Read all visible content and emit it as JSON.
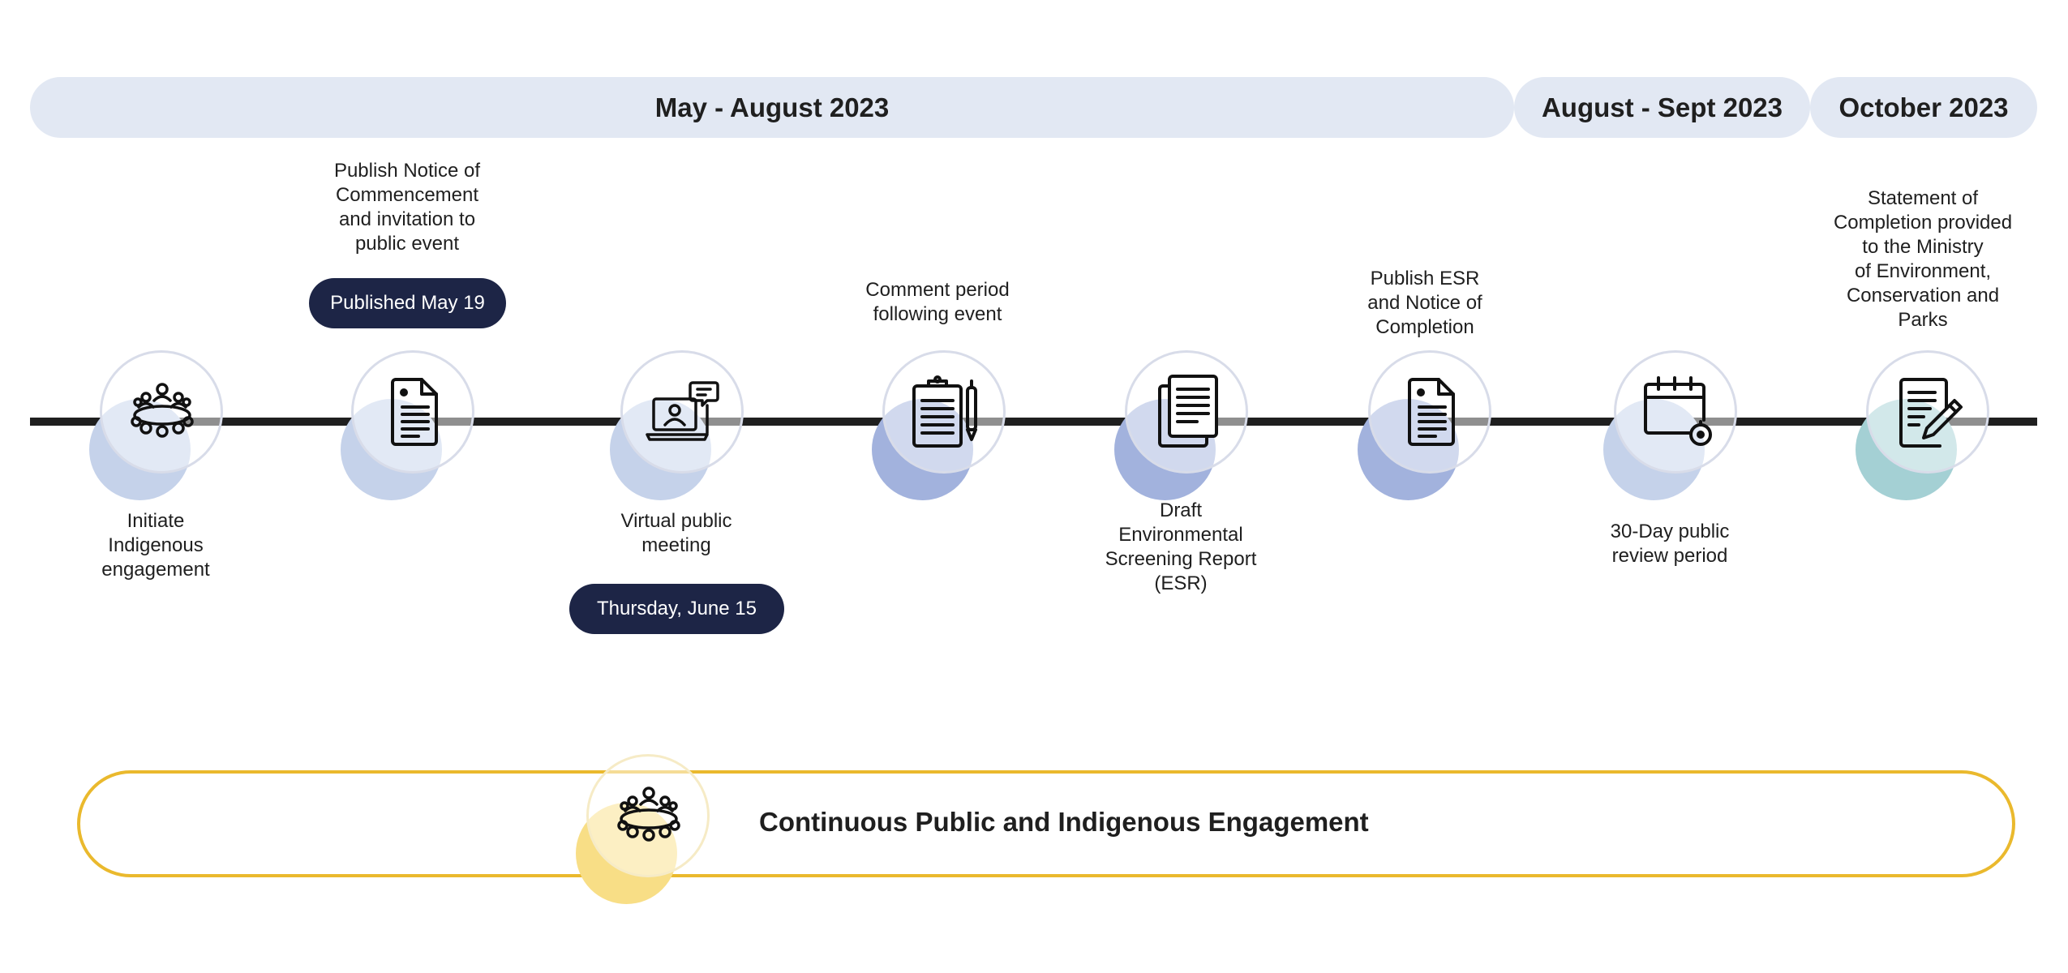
{
  "periods": [
    {
      "label": "May - August 2023"
    },
    {
      "label": "August - Sept 2023"
    },
    {
      "label": "October 2023"
    }
  ],
  "milestones": [
    {
      "icon": "people-meeting-icon",
      "above": "",
      "below": "Initiate\nIndigenous\nengagement",
      "date": ""
    },
    {
      "icon": "document-icon",
      "above": "Publish Notice of\nCommencement\nand invitation to\npublic event",
      "below": "",
      "date": "Published May 19"
    },
    {
      "icon": "laptop-chat-icon",
      "above": "",
      "below": "Virtual public\nmeeting",
      "date": "Thursday, June 15"
    },
    {
      "icon": "clipboard-pen-icon",
      "above": "Comment period\nfollowing event",
      "below": "",
      "date": ""
    },
    {
      "icon": "documents-stack-icon",
      "above": "",
      "below": "Draft\nEnvironmental\nScreening Report\n(ESR)",
      "date": ""
    },
    {
      "icon": "document-icon",
      "above": "Publish ESR\nand Notice of\nCompletion",
      "below": "",
      "date": ""
    },
    {
      "icon": "calendar-timer-icon",
      "above": "",
      "below": "30-Day public\nreview period",
      "date": ""
    },
    {
      "icon": "document-pen-icon",
      "above": "Statement of\nCompletion provided\nto the Ministry\nof Environment,\nConservation and\nParks",
      "below": "",
      "date": ""
    }
  ],
  "engagement": {
    "label": "Continuous Public and Indigenous Engagement",
    "icon": "people-meeting-icon"
  },
  "colors": {
    "period_bg": "#e2e8f3",
    "date_pill": "#1d2546",
    "blob_light": "#c5d2ea",
    "blob_mid": "#a2b2dd",
    "blob_teal": "#a4d0d4",
    "band_border": "#eab92d",
    "blob_gold": "#f8de86"
  }
}
